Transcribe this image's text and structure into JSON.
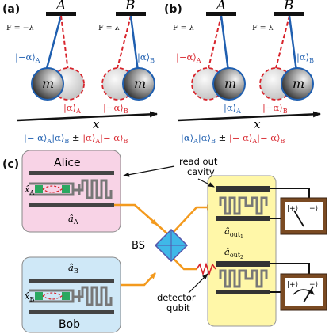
{
  "panel_a": {
    "tag": "(a)",
    "left": {
      "support": "A",
      "force": "F = −λ",
      "mass": "m",
      "ket_blue": "|−α⟩",
      "ket_blue_sub": "A",
      "ket_red": "|α⟩",
      "ket_red_sub": "A"
    },
    "right": {
      "support": "B",
      "force": "F = λ",
      "mass": "m",
      "ket_blue": "|α⟩",
      "ket_blue_sub": "B",
      "ket_red": "|−α⟩",
      "ket_red_sub": "B"
    },
    "axis": "x",
    "state": {
      "p1": "|− α⟩",
      "s1": "A",
      "p2": "|α⟩",
      "s2": "B",
      "pm": " ± ",
      "p3": "|α⟩",
      "s3": "A",
      "p4": "|− α⟩",
      "s4": "B"
    }
  },
  "panel_b": {
    "tag": "(b)",
    "left": {
      "support": "A",
      "force": "F = λ",
      "mass": "m",
      "ket_blue": "|α⟩",
      "ket_blue_sub": "A",
      "ket_red": "|−α⟩",
      "ket_red_sub": "A"
    },
    "right": {
      "support": "B",
      "force": "F = λ",
      "mass": "m",
      "ket_blue": "|α⟩",
      "ket_blue_sub": "B",
      "ket_red": "|−α⟩",
      "ket_red_sub": "B"
    },
    "axis": "x",
    "state": {
      "p1": "|α⟩",
      "s1": "A",
      "p2": "|α⟩",
      "s2": "B",
      "pm": " ± ",
      "p3": "|− α⟩",
      "s3": "A",
      "p4": "|− α⟩",
      "s4": "B"
    }
  },
  "panel_c": {
    "tag": "(c)",
    "alice": "Alice",
    "bob": "Bob",
    "x_a": "x̂",
    "x_a_sub": "A",
    "a_a": "â",
    "a_a_sub": "A",
    "x_b": "x̂",
    "x_b_sub": "B",
    "a_b": "â",
    "a_b_sub": "B",
    "bs": "BS",
    "readout_line1": "read out",
    "readout_line2": "cavity",
    "a_out1": "â",
    "a_out1_sub": "out",
    "a_out1_idx": "1",
    "a_out2": "â",
    "a_out2_sub": "out",
    "a_out2_idx": "2",
    "detector_line1": "detector",
    "detector_line2": "qubit",
    "meter1_left": "|+⟩",
    "meter1_right": "|−⟩",
    "meter2_left": "|+⟩",
    "meter2_right": "|−⟩"
  },
  "colors": {
    "blue": "#1f5fb0",
    "red": "#d8242c",
    "orange": "#f39a1e",
    "alice_bg": "#f8d3e6",
    "bob_bg": "#cfe8f7",
    "cavity_bg": "#fff7a8",
    "bs": "#3fb8e8",
    "mirror": "#2aa860"
  }
}
